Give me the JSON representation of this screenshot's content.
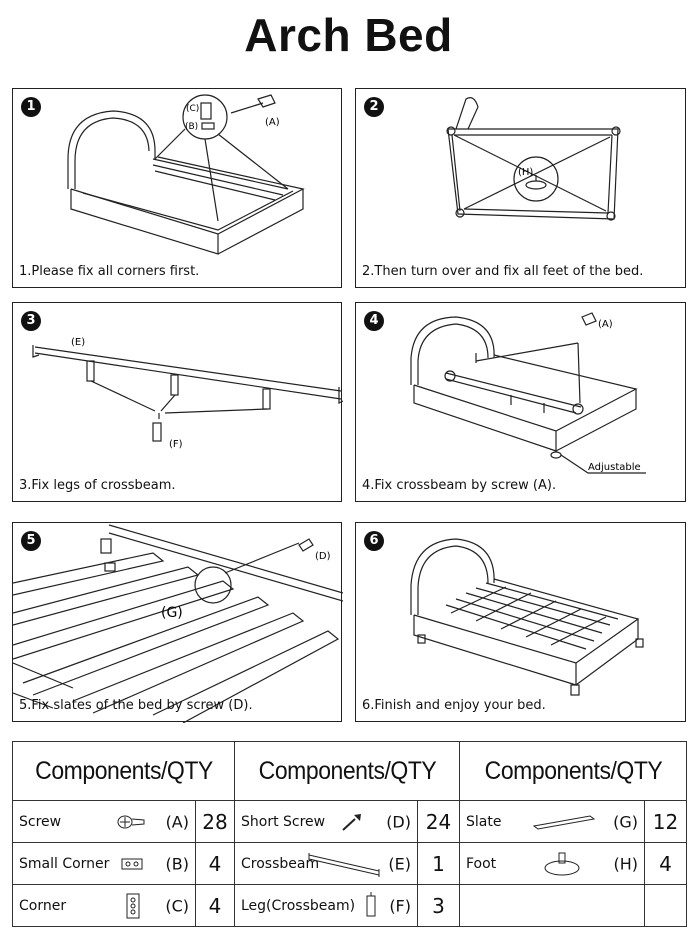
{
  "title": "Arch Bed",
  "steps": [
    {
      "num": "1",
      "caption": "1.Please fix all corners first.",
      "labels": {
        "c": "(C)",
        "b": "(B)",
        "a": "(A)"
      }
    },
    {
      "num": "2",
      "caption": "2.Then turn over and fix all feet of the bed.",
      "labels": {
        "h": "(H)"
      }
    },
    {
      "num": "3",
      "caption": "3.Fix legs of crossbeam.",
      "labels": {
        "e": "(E)",
        "f": "(F)"
      }
    },
    {
      "num": "4",
      "caption": "4.Fix crossbeam by screw (A).",
      "labels": {
        "a": "(A)",
        "adjustable": "Adjustable"
      }
    },
    {
      "num": "5",
      "caption": "5.Fix slates of the bed by screw (D).",
      "labels": {
        "d": "(D)",
        "g": "(G)"
      }
    },
    {
      "num": "6",
      "caption": "6.Finish and enjoy your bed.",
      "labels": {}
    }
  ],
  "components": {
    "header": "Components/QTY",
    "rows": [
      [
        {
          "name": "Screw",
          "code": "(A)",
          "qty": "28",
          "icon": "screw-icon"
        },
        {
          "name": "Short Screw",
          "code": "(D)",
          "qty": "24",
          "icon": "short-screw-icon"
        },
        {
          "name": "Slate",
          "code": "(G)",
          "qty": "12",
          "icon": "slate-icon"
        }
      ],
      [
        {
          "name": "Small Corner",
          "code": "(B)",
          "qty": "4",
          "icon": "small-corner-icon"
        },
        {
          "name": "Crossbeam",
          "code": "(E)",
          "qty": "1",
          "icon": "crossbeam-icon"
        },
        {
          "name": "Foot",
          "code": "(H)",
          "qty": "4",
          "icon": "foot-icon"
        }
      ],
      [
        {
          "name": "Corner",
          "code": "(C)",
          "qty": "4",
          "icon": "corner-icon"
        },
        {
          "name": "Leg(Crossbeam)",
          "code": "(F)",
          "qty": "3",
          "icon": "leg-icon"
        },
        {
          "name": "",
          "code": "",
          "qty": "",
          "icon": ""
        }
      ]
    ]
  }
}
